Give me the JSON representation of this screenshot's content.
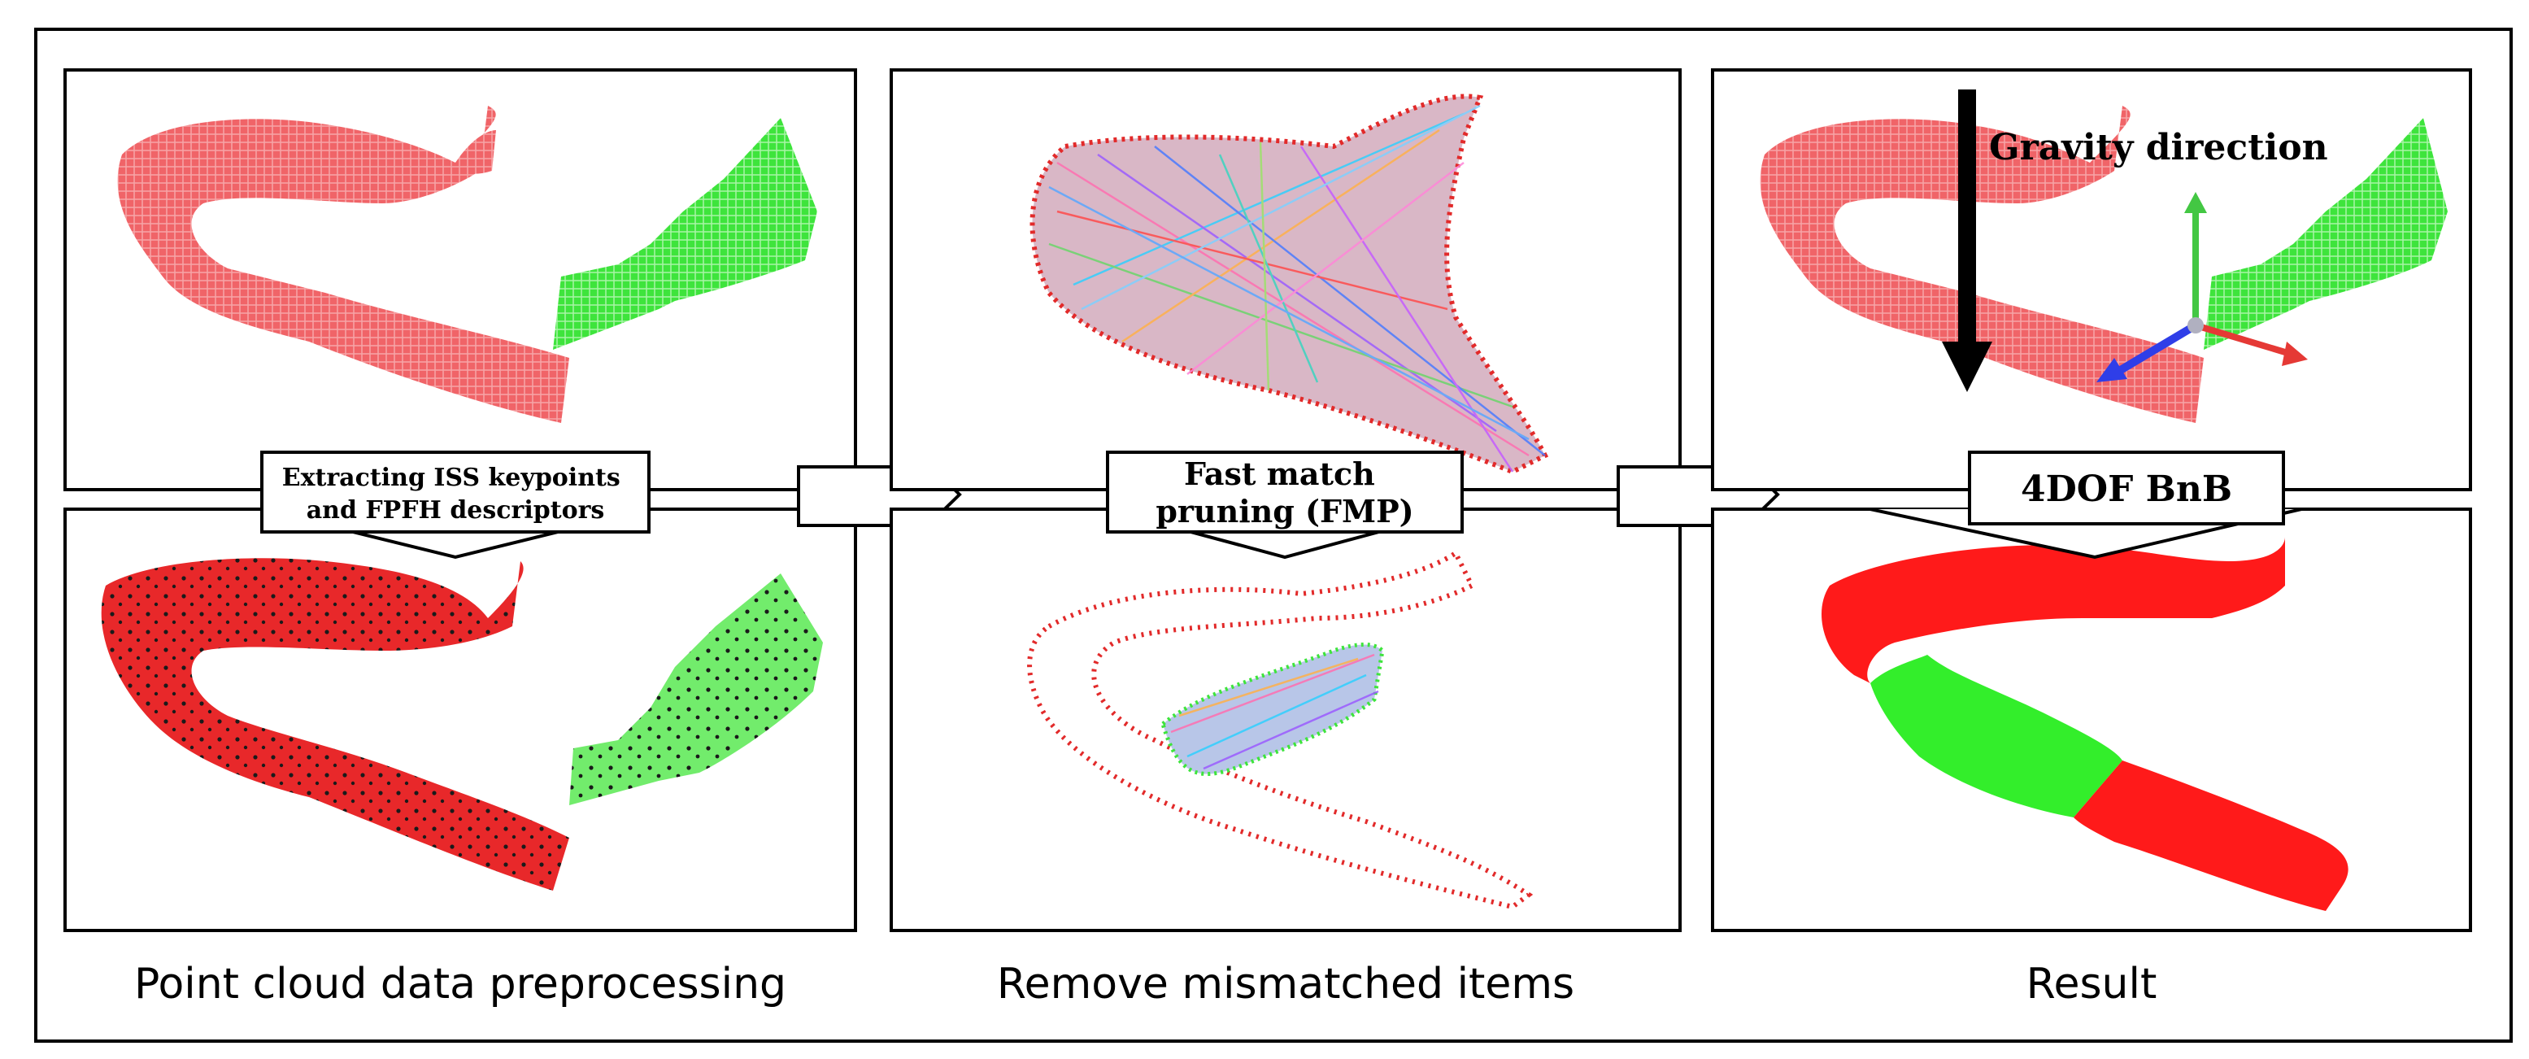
{
  "columns": [
    {
      "step_label_lines": [
        "Extracting ISS keypoints",
        "and FPFH descriptors"
      ],
      "caption": "Point cloud data preprocessing"
    },
    {
      "step_label_lines": [
        "Fast match",
        "pruning (FMP)"
      ],
      "caption": "Remove mismatched items"
    },
    {
      "step_label_lines": [
        "4DOF BnB"
      ],
      "caption": "Result",
      "annotation": "Gravity direction"
    }
  ],
  "colors": {
    "source_cloud": "#f06468",
    "target_cloud": "#3ee43c",
    "source_cloud_dense": "#e8282a",
    "target_cloud_light": "#72ec6c",
    "keypoint": "#1a1a1a",
    "result_source": "#ff1a1a",
    "result_target": "#33ee2b",
    "axis_x": "#e53935",
    "axis_y": "#43c743",
    "axis_z": "#2f3ee8",
    "frame": "#000000"
  }
}
